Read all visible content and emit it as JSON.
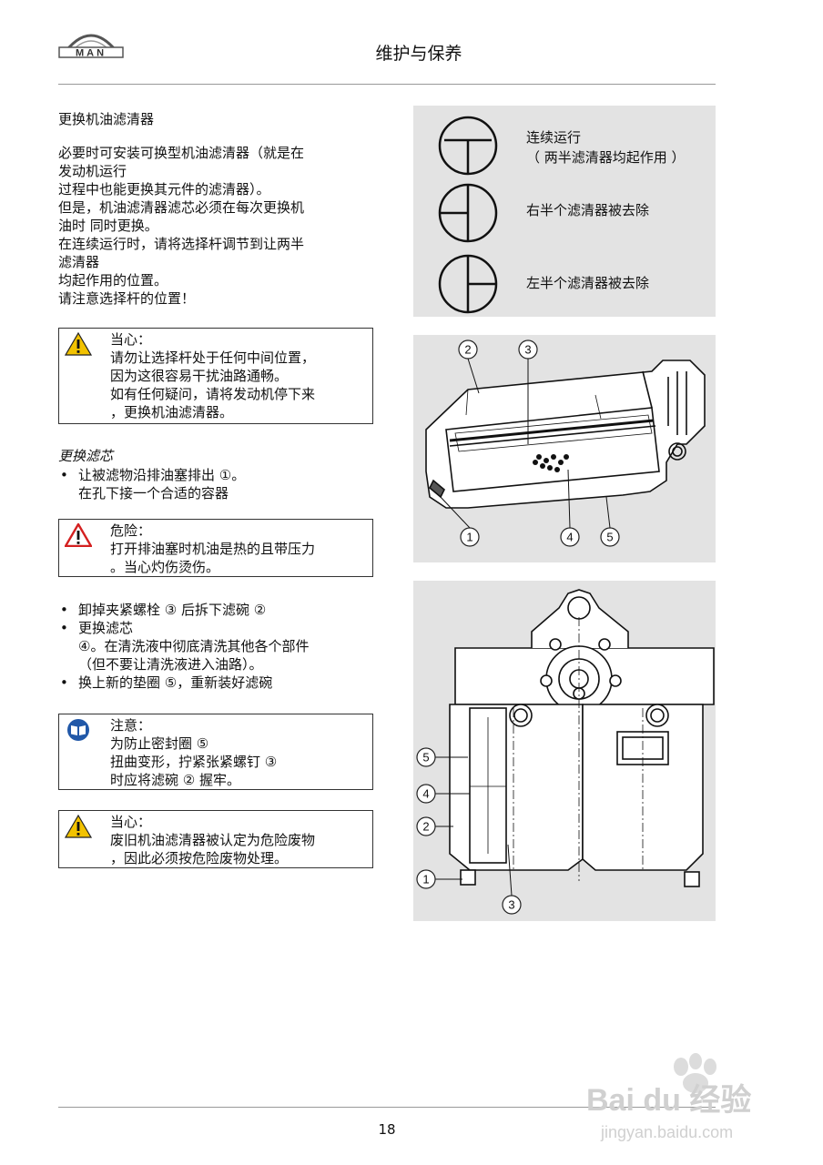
{
  "header": {
    "logo_text": "MAN",
    "title": "维护与保养"
  },
  "section_title": "更换机油滤清器",
  "intro_lines": [
    "必要时可安装可换型机油滤清器（就是在",
    "发动机运行",
    "过程中也能更换其元件的滤清器）。",
    "但是，机油滤清器滤芯必须在每次更换机",
    "油时 同时更换。",
    "在连续运行时，请将选择杆调节到让两半",
    "滤清器",
    "均起作用的位置。",
    "请注意选择杆的位置！"
  ],
  "caution1": {
    "heading": "当心：",
    "lines": [
      "请勿让选择杆处于任何中间位置，",
      "因为这很容易干扰油路通畅。",
      "如有任何疑问，请将发动机停下来",
      "，更换机油滤清器。"
    ]
  },
  "subsection_title": "更换滤芯",
  "bullets1": [
    {
      "bullet": "•",
      "lines": [
        "让被滤物沿排油塞排出 ①。",
        "在孔下接一个合适的容器"
      ]
    }
  ],
  "danger": {
    "heading": "危险：",
    "lines": [
      "打开排油塞时机油是热的且带压力",
      "。当心灼伤烫伤。"
    ]
  },
  "bullets2": [
    {
      "bullet": "•",
      "lines": [
        "卸掉夹紧螺栓 ③ 后拆下滤碗 ②"
      ]
    },
    {
      "bullet": "•",
      "lines": [
        "更换滤芯",
        "④。在清洗液中彻底清洗其他各个部件",
        "（但不要让清洗液进入油路）。"
      ]
    },
    {
      "bullet": "•",
      "lines": [
        "换上新的垫圈 ⑤，重新装好滤碗"
      ]
    }
  ],
  "note": {
    "heading": "注意：",
    "lines": [
      "为防止密封圈 ⑤",
      "扭曲变形，拧紧张紧螺钉 ③",
      "时应将滤碗 ② 握牢。"
    ]
  },
  "caution2": {
    "heading": "当心：",
    "lines": [
      "废旧机油滤清器被认定为危险废物",
      "，因此必须按危险废物处理。"
    ]
  },
  "symbols": [
    {
      "icon": "selector-both-icon",
      "lines": [
        "连续运行",
        "（ 两半滤清器均起作用 ）"
      ]
    },
    {
      "icon": "selector-right-removed-icon",
      "lines": [
        "右半个滤清器被去除"
      ]
    },
    {
      "icon": "selector-left-removed-icon",
      "lines": [
        "左半个滤清器被去除"
      ]
    }
  ],
  "diagram1_callouts": [
    "2",
    "3",
    "1",
    "4",
    "5"
  ],
  "diagram2_callouts": [
    "5",
    "4",
    "2",
    "1",
    "3"
  ],
  "page_number": "18",
  "watermark": {
    "brand": "Bai du 经验",
    "url": "jingyan.baidu.com"
  },
  "colors": {
    "caution": "#f2c200",
    "danger": "#d42020",
    "note": "#2158a8",
    "panel": "#e3e3e3"
  }
}
